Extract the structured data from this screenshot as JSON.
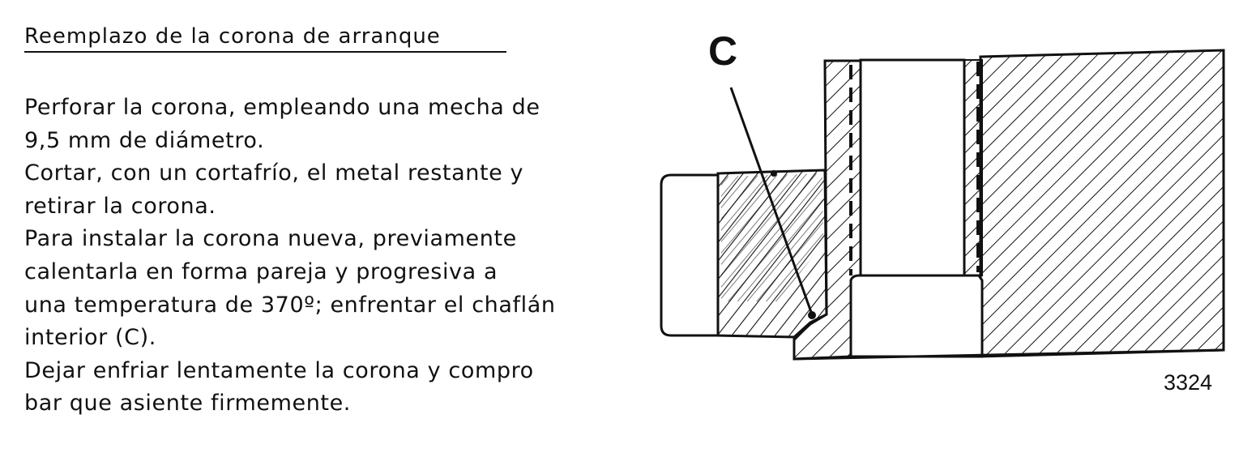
{
  "section": {
    "title": "Reemplazo de la corona de arranque"
  },
  "instructions": {
    "lines": [
      "Perforar la corona, empleando una mecha de",
      "9,5 mm de diámetro.",
      "Cortar, con un cortafrío, el metal restante y",
      "retirar la corona.",
      "Para instalar la corona nueva, previamente",
      "calentarla en forma pareja y progresiva a",
      "una temperatura de 370º; enfrentar el chaflán",
      "interior (C).",
      "Dejar enfriar lentamente la corona y compro",
      "bar que asiente firmemente."
    ]
  },
  "figure": {
    "label": "C",
    "number": "3324"
  }
}
